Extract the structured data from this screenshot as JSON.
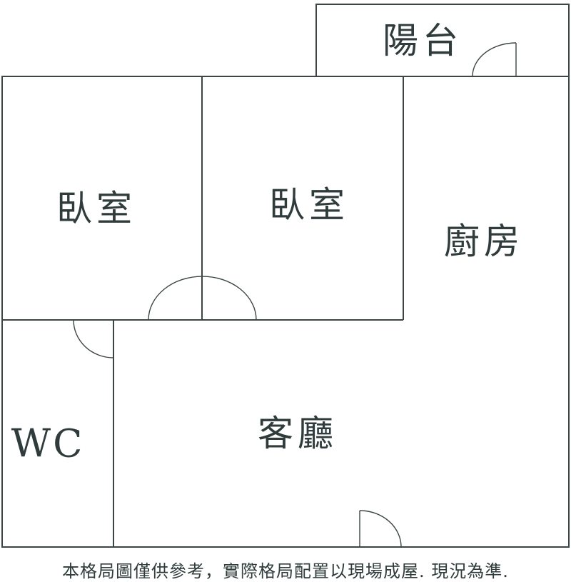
{
  "floorplan": {
    "rooms": {
      "balcony": {
        "label": "陽台"
      },
      "bedroom_left": {
        "label": "臥室"
      },
      "bedroom_right": {
        "label": "臥室"
      },
      "kitchen": {
        "label": "廚房"
      },
      "wc": {
        "label": "WC"
      },
      "living_room": {
        "label": "客廳"
      }
    },
    "disclaimer": "本格局圖僅供參考，實際格局配置以現場成屋. 現況為準.",
    "colors": {
      "line": "#3c4545",
      "text": "#303c3c",
      "background": "#ffffff"
    }
  }
}
